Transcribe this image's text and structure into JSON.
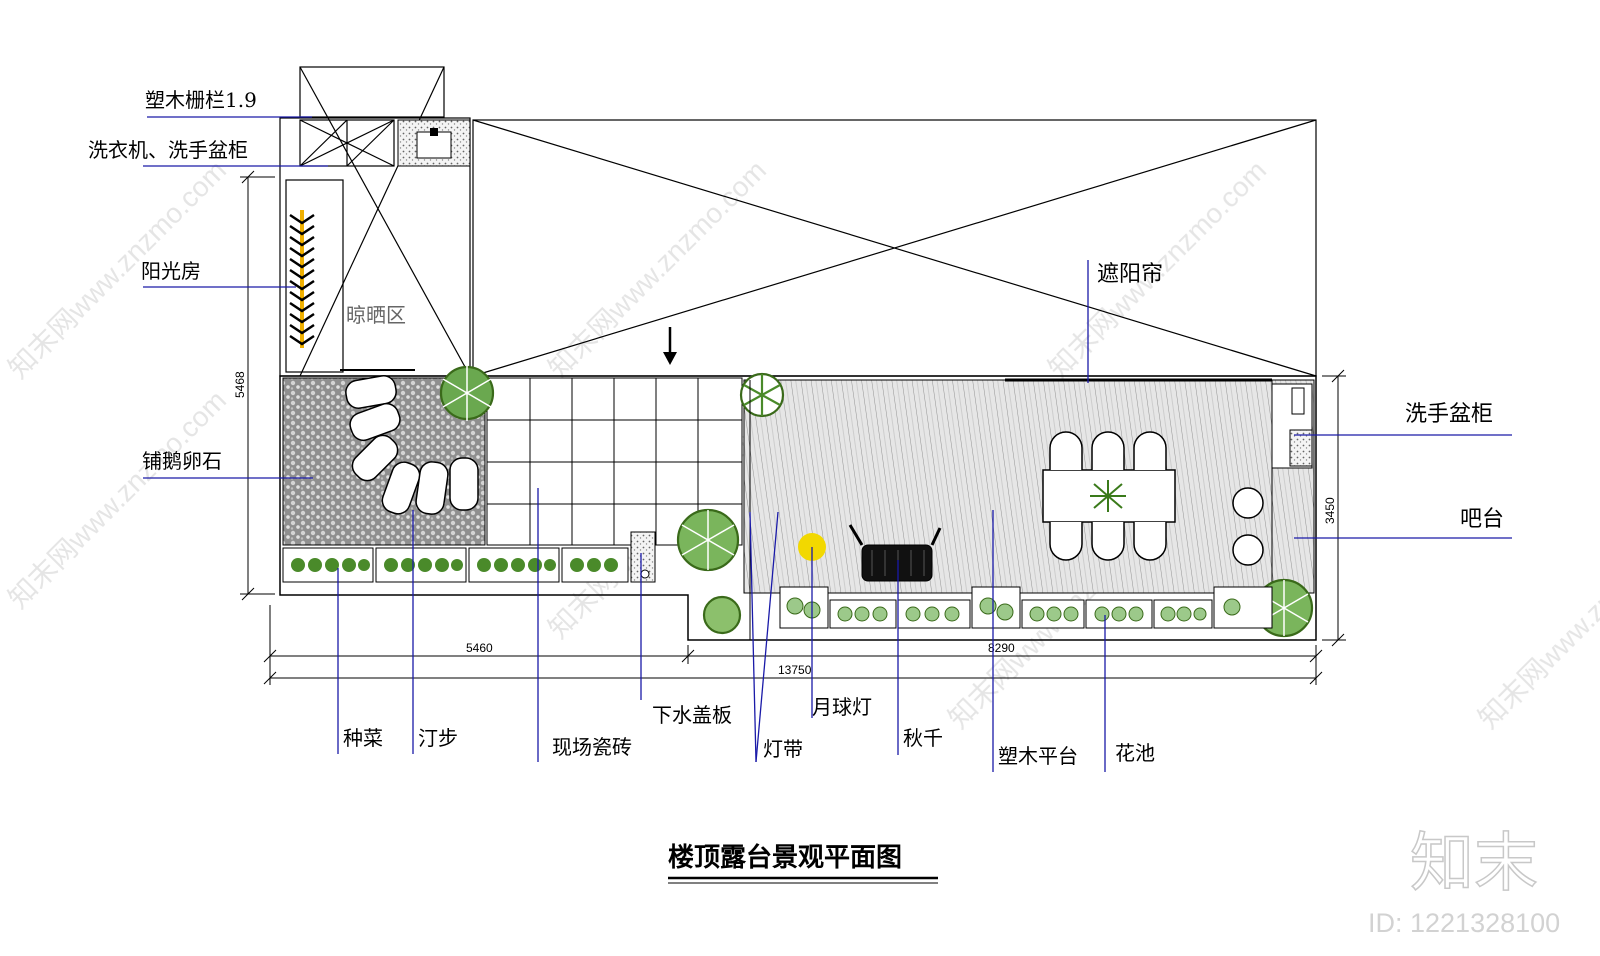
{
  "title": "楼顶露台景观平面图",
  "labels": {
    "fence": "塑木栅栏1.9",
    "washer_cabinet": "洗衣机、洗手盆柜",
    "sunroom": "阳光房",
    "drying_area": "晾晒区",
    "pebbles": "铺鹅卵石",
    "awning": "遮阳帘",
    "basin_cabinet": "洗手盆柜",
    "bar": "吧台",
    "vegetables": "种菜",
    "stepping_stones": "汀步",
    "tiles": "现场瓷砖",
    "drain_cover": "下水盖板",
    "light_strip": "灯带",
    "moon_lamp": "月球灯",
    "swing": "秋千",
    "wood_deck": "塑木平台",
    "planter": "花池"
  },
  "dimensions": {
    "left_height": "5468",
    "right_height": "3450",
    "left_width": "5460",
    "right_width": "8290",
    "total_width": "13750"
  },
  "watermark": {
    "logo": "知末",
    "id": "ID: 1221328100",
    "site": "知末网www.znzmo.com"
  },
  "colors": {
    "leader": "#1a1aa8",
    "line": "#000000",
    "pebble_fill": "#9c9c9c",
    "plant": "#4a8a2a",
    "lamp": "#f2d800",
    "heater": "#f0b000"
  }
}
